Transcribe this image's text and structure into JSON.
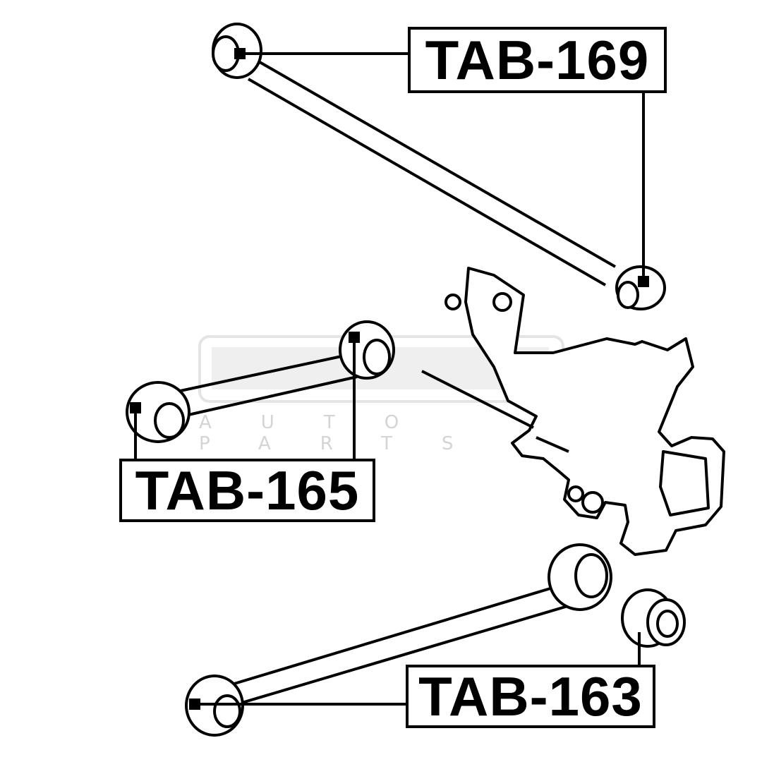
{
  "labels": {
    "tab169": "TAB-169",
    "tab165": "TAB-165",
    "tab163": "TAB-163"
  },
  "watermark": {
    "sub": "AUTO PARTS"
  },
  "colors": {
    "ink": "#000000",
    "paper": "#ffffff",
    "watermark": "#dcdcdc"
  }
}
